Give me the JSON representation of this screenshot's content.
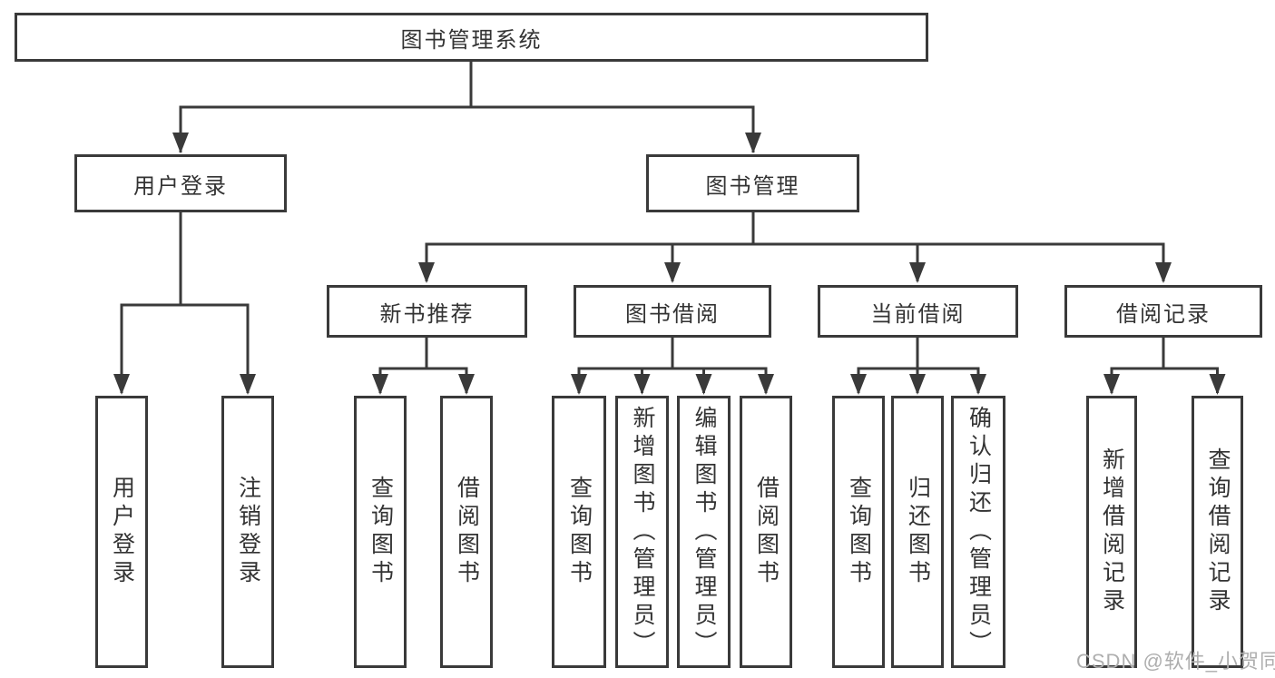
{
  "page": {
    "background": "#ffffff"
  },
  "colors": {
    "line": "#3a3a3a",
    "box_border": "#3a3a3a",
    "text": "#333333",
    "watermark": "#aeaeae"
  },
  "watermark": {
    "text": "CSDN @软件_小贺同学"
  },
  "tree": {
    "label": "图书管理系统",
    "children": [
      {
        "label": "用户登录",
        "children": [
          {
            "label": "用户登录"
          },
          {
            "label": "注销登录"
          }
        ]
      },
      {
        "label": "图书管理",
        "children": [
          {
            "label": "新书推荐",
            "children": [
              {
                "label": "查询图书"
              },
              {
                "label": "借阅图书"
              }
            ]
          },
          {
            "label": "图书借阅",
            "children": [
              {
                "label": "查询图书"
              },
              {
                "label": "新增图书（管理员）"
              },
              {
                "label": "编辑图书（管理员）"
              },
              {
                "label": "借阅图书"
              }
            ]
          },
          {
            "label": "当前借阅",
            "children": [
              {
                "label": "查询图书"
              },
              {
                "label": "归还图书"
              },
              {
                "label": "确认归还（管理员）"
              }
            ]
          },
          {
            "label": "借阅记录",
            "children": [
              {
                "label": "新增借阅记录"
              },
              {
                "label": "查询借阅记录"
              }
            ]
          }
        ]
      }
    ]
  }
}
